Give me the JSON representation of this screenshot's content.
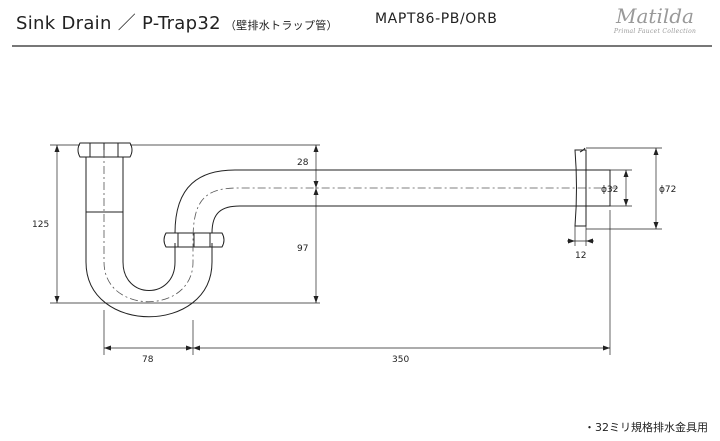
{
  "header": {
    "title": "Sink Drain ／ P-Trap32",
    "subtitle": "（壁排水トラップ管）",
    "model": "MAPT86-PB/ORB"
  },
  "logo": {
    "name": "Matilda",
    "tagline": "Primal Faucet Collection"
  },
  "dimensions": {
    "d125": "125",
    "d28": "28",
    "d97": "97",
    "d78": "78",
    "d350": "350",
    "d12": "12",
    "phi32": "ϕ32",
    "phi72": "ϕ72"
  },
  "footnote": "・32ミリ規格排水金具用",
  "colors": {
    "line": "#222222",
    "rule": "#777777",
    "logo": "#999999"
  }
}
